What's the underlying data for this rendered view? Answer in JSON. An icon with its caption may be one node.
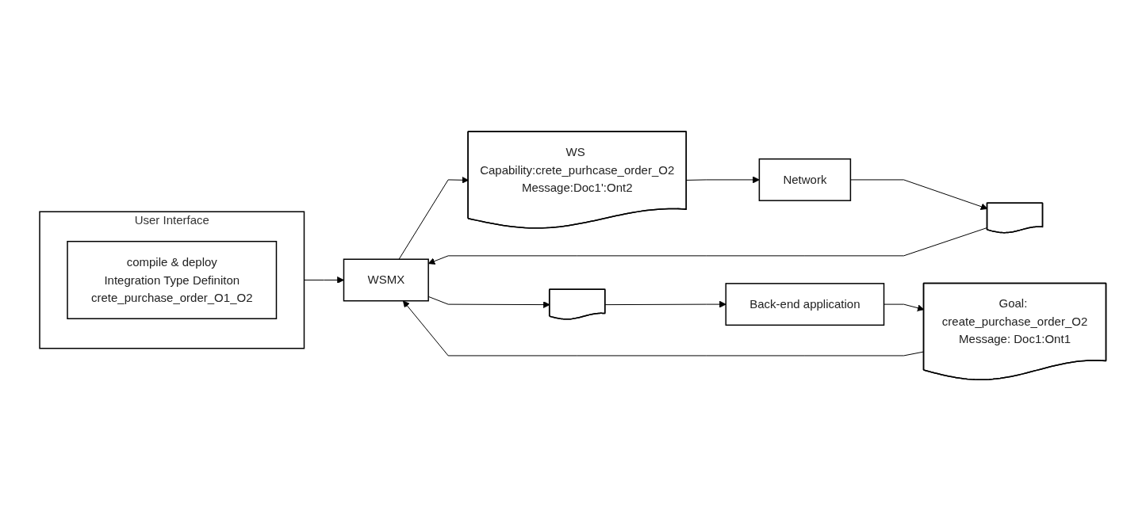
{
  "diagram": {
    "nodes": [
      {
        "text": [
          "Back-end application"
        ]
      },
      {
        "text": [
          "Goal: create_purchase_order_O2",
          "Message: Doc1:Ont1"
        ]
      },
      {
        "text": [
          "User Interface"
        ]
      },
      {
        "text": [
          "compile & deploy",
          "Integration Type Definiton",
          "crete_purchase_order_O1_O2"
        ],
        "in": 2
      },
      {
        "text": [
          "WSMX"
        ]
      },
      {
        "text": [
          "WS Capability:crete_purhcase_order_O2",
          "Message:Doc1':Ont2"
        ]
      },
      {
        "text": [
          "Network"
        ]
      },
      {
        "text": [],
        "shape": "document"
      },
      {
        "text": [],
        "shape": "document"
      }
    ],
    "edges": [
      {
        "from": 0,
        "to": 1,
        "arrow": "to"
      },
      {
        "from": 1,
        "to": 4,
        "arrow": "to"
      },
      {
        "from": 2,
        "to": 4,
        "arrow": "to"
      },
      {
        "from": 4,
        "to": 5,
        "arrow": "to"
      },
      {
        "from": 5,
        "to": 6,
        "arrow": "to"
      },
      {
        "from": 6,
        "to": 7,
        "arrow": "to"
      },
      {
        "from": 7,
        "to": 4,
        "arrow": "to"
      },
      {
        "from": 4,
        "to": 8,
        "arrow": "to"
      },
      {
        "from": 8,
        "to": 0,
        "arrow": "to"
      }
    ]
  }
}
